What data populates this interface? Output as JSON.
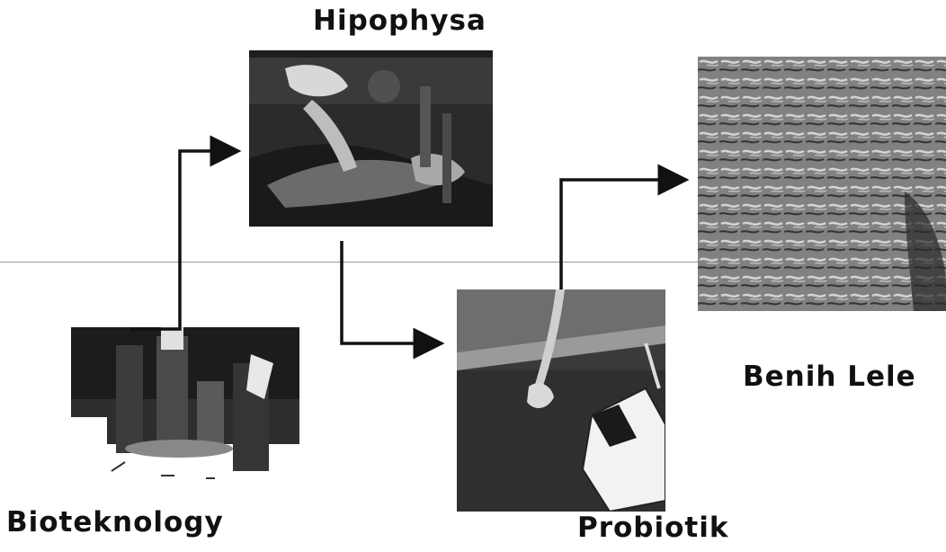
{
  "labels": {
    "hipophysa": "Hipophysa",
    "benih_lele": "Benih Lele",
    "bioteknology": "Bioteknology",
    "probiotik": "Probiotik"
  },
  "colors": {
    "arrow": "#111111",
    "text": "#111111",
    "background": "#ffffff"
  },
  "images": [
    {
      "name": "bioteknology-photo",
      "depicts": "bottles on a table"
    },
    {
      "name": "hipophysa-photo",
      "depicts": "hands holding a catfish"
    },
    {
      "name": "probiotik-photo",
      "depicts": "hand and jerrycan over a pond"
    },
    {
      "name": "benih-lele-photo",
      "depicts": "mass of catfish fry"
    }
  ]
}
